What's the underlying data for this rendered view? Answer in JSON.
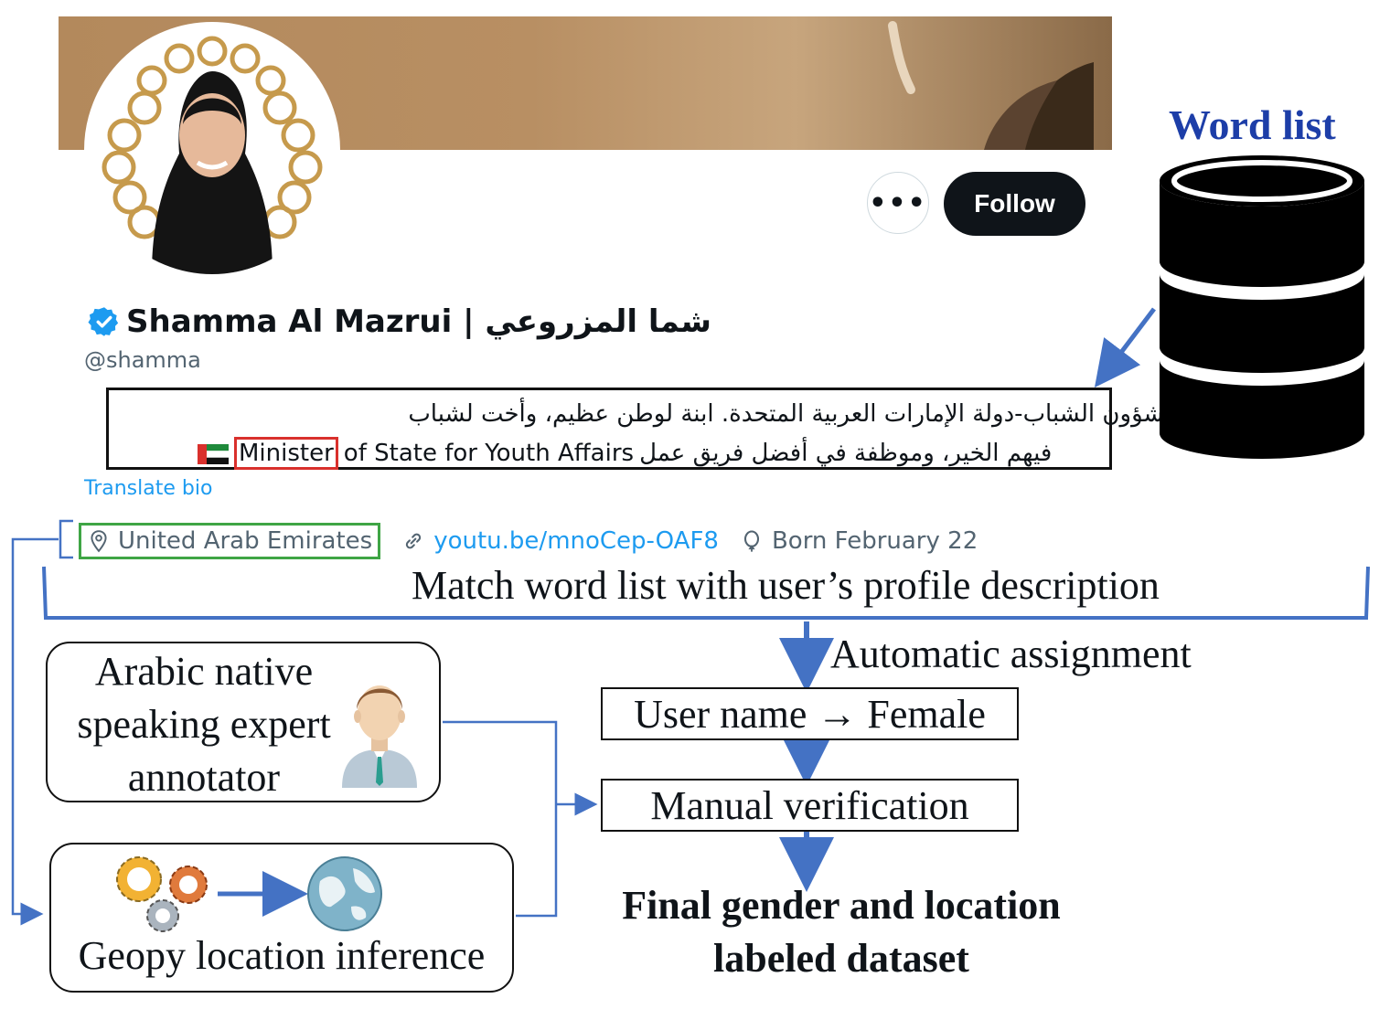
{
  "profile": {
    "display_name": "Shamma Al Mazrui | شما المزروعي",
    "handle": "@shamma",
    "follow_label": "Follow",
    "more_label": "•••",
    "bio_line1": "وزيرة الدولة لشؤون الشباب-دولة الإمارات العربية المتحدة. ابنة لوطن عظيم، وأخت لشباب",
    "bio_line2_arabic": "فيهم الخير، وموظفة في أفضل فريق عمل",
    "bio_highlight_en": "Minister",
    "bio_line2_en_rest": "of State for Youth Affairs",
    "translate_label": "Translate bio",
    "location": "United Arab Emirates",
    "link": "youtu.be/mnoCep-OAF8",
    "born": "Born February 22"
  },
  "word_list": {
    "title": "Word list",
    "icon": "database-icon"
  },
  "flow": {
    "match_label": "Match word list with user’s profile description",
    "auto_label": "Automatic assignment",
    "user_box": "User name → Female",
    "manual_box": "Manual verification",
    "final_line1": "Final gender and location",
    "final_line2": "labeled dataset",
    "expert_line1": "Arabic native",
    "expert_line2": "speaking expert",
    "expert_line3": "annotator",
    "geopy_label": "Geopy location inference"
  },
  "colors": {
    "accent_blue": "#4472c4",
    "highlight_red": "#d9302c",
    "location_green": "#3fa545",
    "twitter_blue": "#1d9bf0",
    "title_blue": "#1d3ea8"
  }
}
